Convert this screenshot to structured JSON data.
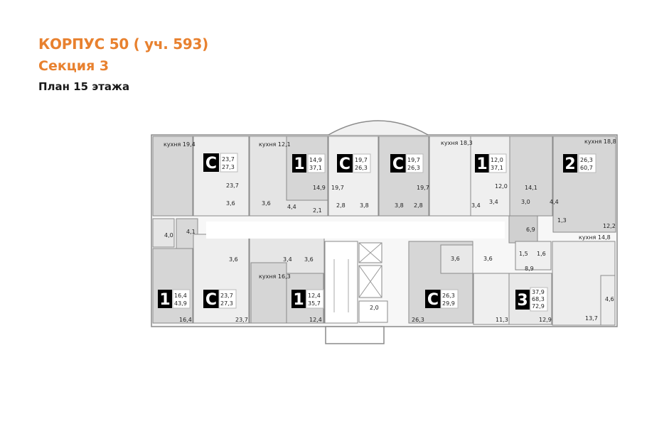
{
  "header": {
    "title": "КОРПУС 50 ( уч. 593)",
    "section": "Секция 3",
    "floor_plan": "План 15 этажа"
  },
  "colors": {
    "accent": "#e8812f",
    "apartment_dark": "#d6d6d6",
    "apartment_light": "#ececec",
    "wall": "#8a8a8a",
    "badge": "#000000"
  },
  "apartments": [
    {
      "id": "a1",
      "type": "1",
      "living": "16,4",
      "total": "43,9",
      "kitchen": "кухня 19,4",
      "rooms": [
        "16,4",
        "4,0",
        "4,1"
      ]
    },
    {
      "id": "a2",
      "type": "С",
      "living": "23,7",
      "total": "27,3",
      "rooms": [
        "23,7",
        "3,6"
      ]
    },
    {
      "id": "a3",
      "type": "1",
      "living": "14,9",
      "total": "37,1",
      "kitchen": "кухня 12,1",
      "rooms": [
        "14,9",
        "3,6",
        "4,4",
        "2,1"
      ]
    },
    {
      "id": "a4",
      "type": "С",
      "living": "19,7",
      "total": "26,3",
      "rooms": [
        "19,7",
        "2,8",
        "3,8"
      ]
    },
    {
      "id": "a5",
      "type": "С",
      "living": "19,7",
      "total": "26,3",
      "rooms": [
        "19,7",
        "3,8",
        "2,8"
      ]
    },
    {
      "id": "a6",
      "type": "1",
      "living": "12,0",
      "total": "37,1",
      "kitchen": "кухня 18,3",
      "rooms": [
        "12,0",
        "3,4",
        "3,4"
      ]
    },
    {
      "id": "a7",
      "type": "2",
      "living": "26,3",
      "total": "60,7",
      "kitchen": "кухня 18,8",
      "rooms": [
        "14,1",
        "3,0",
        "4,4",
        "6,9",
        "1,3",
        "12,2"
      ]
    },
    {
      "id": "a8",
      "type": "С",
      "living": "23,7",
      "total": "27,3",
      "rooms": [
        "23,7",
        "3,6"
      ]
    },
    {
      "id": "a9",
      "type": "1",
      "living": "12,4",
      "total": "35,7",
      "kitchen": "кухня 16,3",
      "rooms": [
        "12,4",
        "3,4",
        "3,6"
      ]
    },
    {
      "id": "a10",
      "type": "С",
      "living": "26,3",
      "total": "29,9",
      "rooms": [
        "26,3",
        "3,6"
      ]
    },
    {
      "id": "a11",
      "type": "3",
      "living": "37,9",
      "total": "68,3",
      "total2": "72,9",
      "kitchen": "кухня 14,8",
      "rooms": [
        "11,3",
        "12,9",
        "13,7",
        "4,6",
        "8,9",
        "1,5",
        "1,6",
        "3,6"
      ]
    }
  ],
  "labels": {
    "l_kitchen_194": "кухня 19,4",
    "l_kitchen_121": "кухня 12,1",
    "l_kitchen_183": "кухня 18,3",
    "l_kitchen_188": "кухня 18,8",
    "l_kitchen_163": "кухня 16,3",
    "l_kitchen_148": "кухня 14,8",
    "l_237a": "23,7",
    "l_36a": "3,6",
    "l_36b": "3,6",
    "l_44a": "4,4",
    "l_149": "14,9",
    "l_21": "2,1",
    "l_197a": "19,7",
    "l_28a": "2,8",
    "l_38a": "3,8",
    "l_38b": "3,8",
    "l_28b": "2,8",
    "l_197b": "19,7",
    "l_34a": "3,4",
    "l_120": "12,0",
    "l_34b": "3,4",
    "l_30": "3,0",
    "l_141": "14,1",
    "l_44b": "4,4",
    "l_13": "1,3",
    "l_122": "12,2",
    "l_69": "6,9",
    "l_40": "4,0",
    "l_41": "4,1",
    "l_36c": "3,6",
    "l_34c": "3,4",
    "l_36d": "3,6",
    "l_36e": "3,6",
    "l_36f": "3,6",
    "l_15": "1,5",
    "l_16": "1,6",
    "l_89": "8,9",
    "l_164": "16,4",
    "l_237b": "23,7",
    "l_124": "12,4",
    "l_20": "2,0",
    "l_263": "26,3",
    "l_113": "11,3",
    "l_129": "12,9",
    "l_137": "13,7",
    "l_46": "4,6"
  },
  "badges": {
    "b1": {
      "type": "С",
      "v1": "23,7",
      "v2": "27,3"
    },
    "b2": {
      "type": "1",
      "v1": "14,9",
      "v2": "37,1"
    },
    "b3": {
      "type": "С",
      "v1": "19,7",
      "v2": "26,3"
    },
    "b4": {
      "type": "С",
      "v1": "19,7",
      "v2": "26,3"
    },
    "b5": {
      "type": "1",
      "v1": "12,0",
      "v2": "37,1"
    },
    "b6": {
      "type": "2",
      "v1": "26,3",
      "v2": "60,7"
    },
    "b7": {
      "type": "1",
      "v1": "16,4",
      "v2": "43,9"
    },
    "b8": {
      "type": "С",
      "v1": "23,7",
      "v2": "27,3"
    },
    "b9": {
      "type": "1",
      "v1": "12,4",
      "v2": "35,7"
    },
    "b10": {
      "type": "С",
      "v1": "26,3",
      "v2": "29,9"
    },
    "b11": {
      "type": "3",
      "v1": "37,9",
      "v2": "68,3",
      "v3": "72,9"
    }
  }
}
